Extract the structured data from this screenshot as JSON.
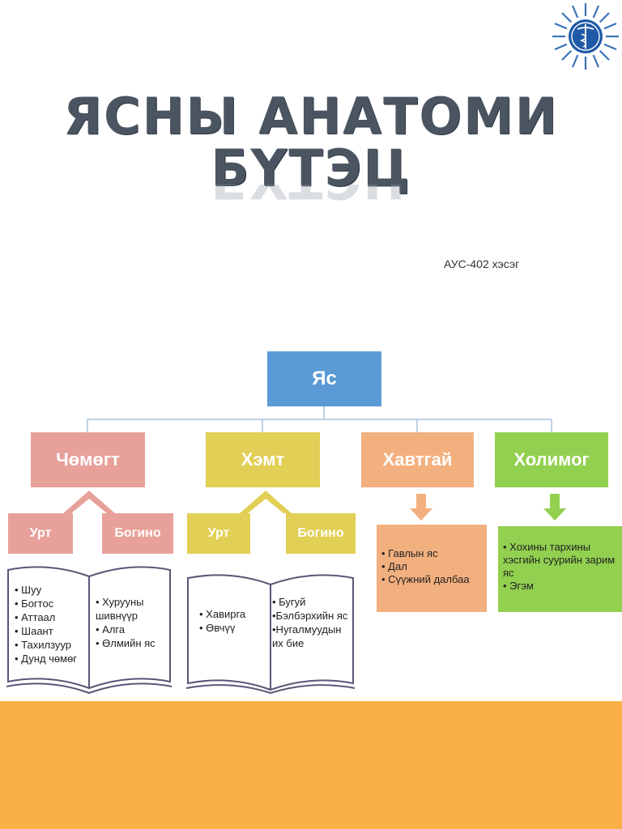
{
  "title": {
    "line1": "ЯСНЫ АНАТОМИ",
    "line2": "БҮТЭЦ"
  },
  "group": "АУС-402 хэсэг",
  "logo_icon": "caduceus-sunburst-logo",
  "colors": {
    "root": "#5b9bd5",
    "chomogt": "#e8a09a",
    "khemt": "#e2cf55",
    "khavtgai": "#f3b07f",
    "kholimog": "#92d050",
    "footer": "#f9b146"
  },
  "diagram": {
    "root": "Яс",
    "categories": [
      {
        "label": "Чөмөгт",
        "subs": [
          "Урт",
          "Богино"
        ],
        "long_items": [
          "Шуу",
          "Богтос",
          "Аттаал",
          "Шаант",
          "Тахилзуур",
          "Дунд чөмөг"
        ],
        "short_items": [
          "Хурууны шивнүүр",
          "Алга",
          "Өлмийн яс"
        ]
      },
      {
        "label": "Хэмт",
        "subs": [
          "Урт",
          "Богино"
        ],
        "long_items": [
          "Хавирга",
          "Өвчүү"
        ],
        "short_items": [
          "Бугуй",
          "•Бэлбэрхийн яс",
          "•Нугалмуудын их бие"
        ]
      },
      {
        "label": "Хавтгай",
        "items": [
          "Гавлын яс",
          "Дал",
          "Сүүжний далбаа"
        ]
      },
      {
        "label": "Холимог",
        "items": [
          "Хохины тархины хэсгийн суурийн зарим яс",
          "Эгэм"
        ]
      }
    ]
  }
}
